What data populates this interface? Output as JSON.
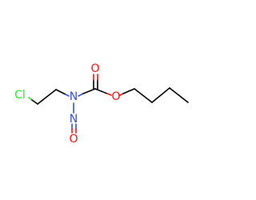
{
  "molecule": {
    "atoms": {
      "chlorine": {
        "symbol": "Cl",
        "color": "#1ff01f"
      },
      "amine_nitrogen": {
        "symbol": "N",
        "color": "#3050f8"
      },
      "nitroso_nitrogen": {
        "symbol": "N",
        "color": "#3050f8"
      },
      "nitroso_oxygen": {
        "symbol": "O",
        "color": "#ff0d0d"
      },
      "carbonyl_oxygen": {
        "symbol": "O",
        "color": "#ff0d0d"
      },
      "ester_oxygen": {
        "symbol": "O",
        "color": "#ff0d0d"
      }
    },
    "bond_color": "#000000",
    "background": "#ffffff"
  }
}
